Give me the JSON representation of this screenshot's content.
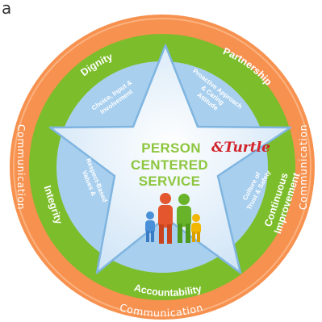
{
  "panel_label": "a",
  "ring": {
    "outer_label": "Communication"
  },
  "values": {
    "dignity": "Dignity",
    "partnership": "Partnership",
    "integrity": "Integrity",
    "continuous_improvement_1": "Continuous",
    "continuous_improvement_2": "Improvement",
    "accountability": "Accountability"
  },
  "inner": {
    "choice_1": "Choice, Input &",
    "choice_2": "Involvement",
    "proactive_1": "Proactive Approach",
    "proactive_2": "& Caring",
    "proactive_3": "Attitude",
    "values_1": "Values &",
    "values_2": "Respect-Based",
    "culture_1": "Culture of",
    "culture_2": "Trust & Safety"
  },
  "center": {
    "line1": "PERSON",
    "line2": "CENTERED",
    "line3": "SERVICE",
    "overlay": "&Turtle"
  },
  "colors": {
    "outer_ring": "#f7914f",
    "green_ring": "#7cbd2b",
    "inner_circle": "#a9cfee",
    "star": "#dfeefa",
    "center_text": "#8dc63f",
    "overlay_text": "#d2232a"
  },
  "icons": [
    "family-icon"
  ]
}
